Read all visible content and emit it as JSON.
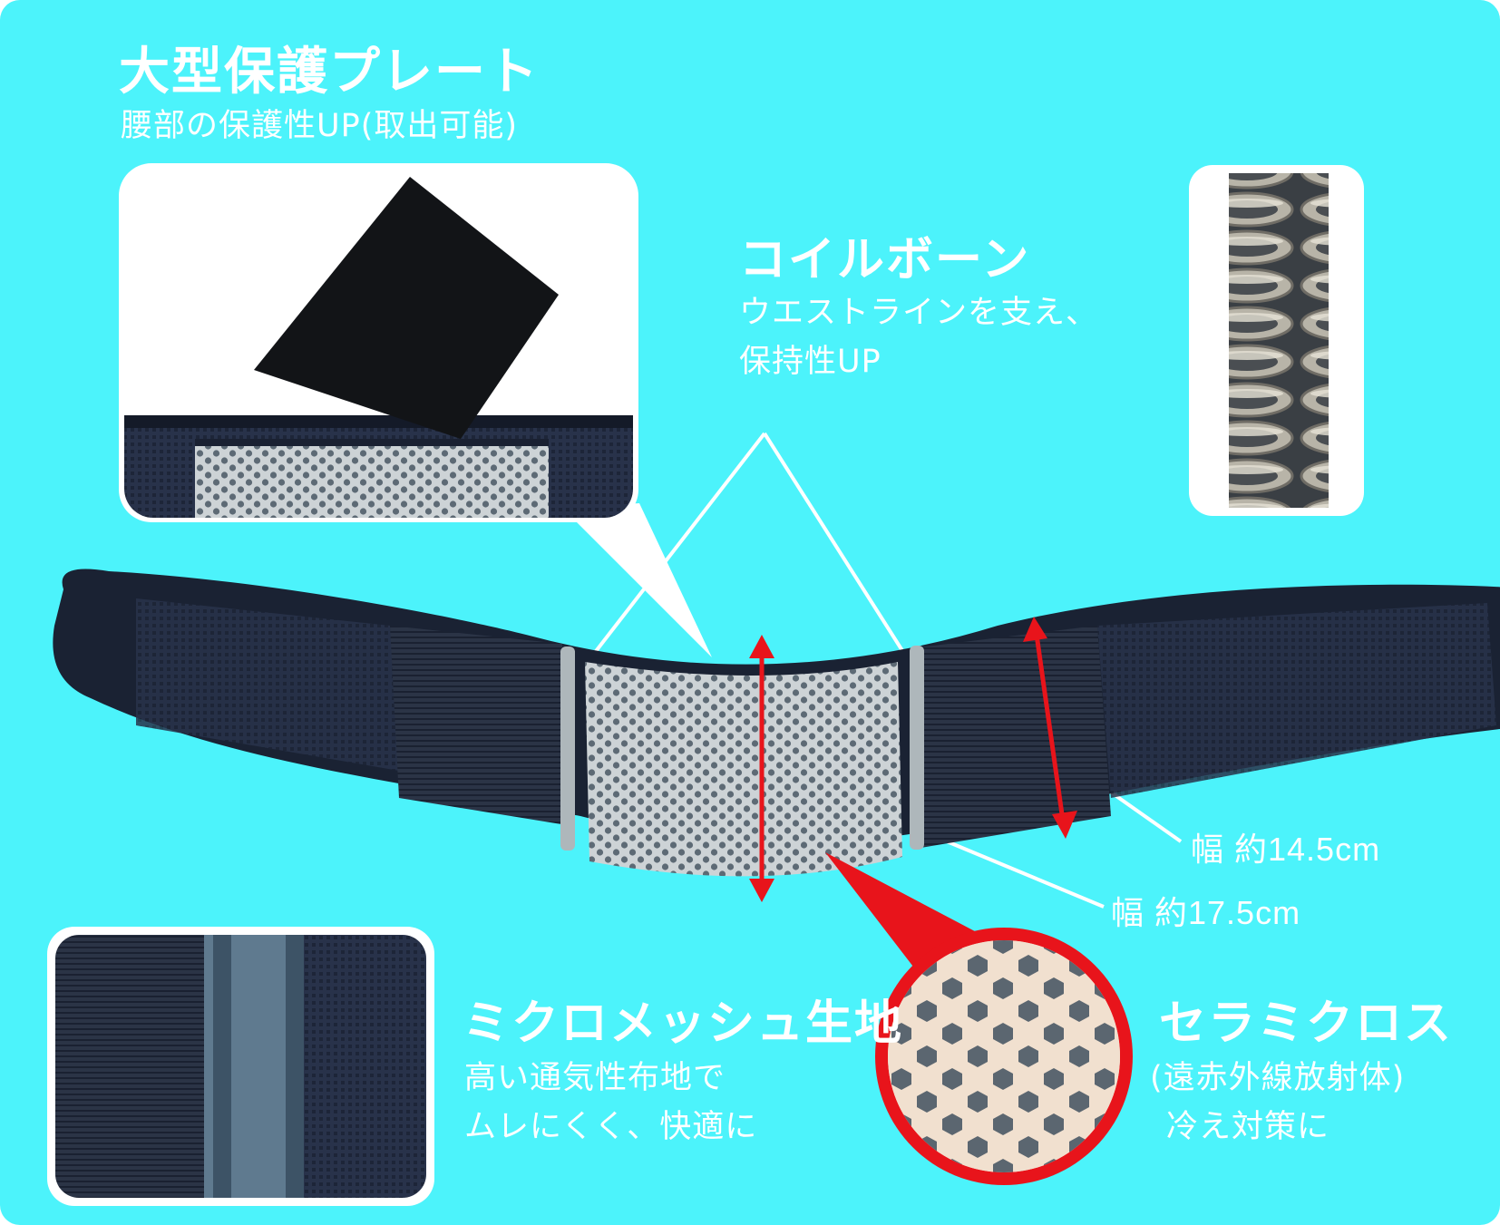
{
  "plate": {
    "title": "大型保護プレート",
    "subtitle": "腰部の保護性UP(取出可能)"
  },
  "coil": {
    "title": "コイルボーン",
    "line1": "ウエストラインを支え、",
    "line2": "保持性UP"
  },
  "mesh": {
    "title": "ミクロメッシュ生地",
    "line1": "高い通気性布地で",
    "line2": "ムレにくく、快適に"
  },
  "ceramic": {
    "title": "セラミクロス",
    "line1": "(遠赤外線放射体)",
    "line2": "冷え対策に"
  },
  "dimensions": {
    "side_width": "幅 約14.5cm",
    "center_width": "幅 約17.5cm"
  },
  "colors": {
    "background": "#4cf3fb",
    "belt": "#1c2536",
    "arrow": "#e8141b",
    "text": "#ffffff"
  }
}
